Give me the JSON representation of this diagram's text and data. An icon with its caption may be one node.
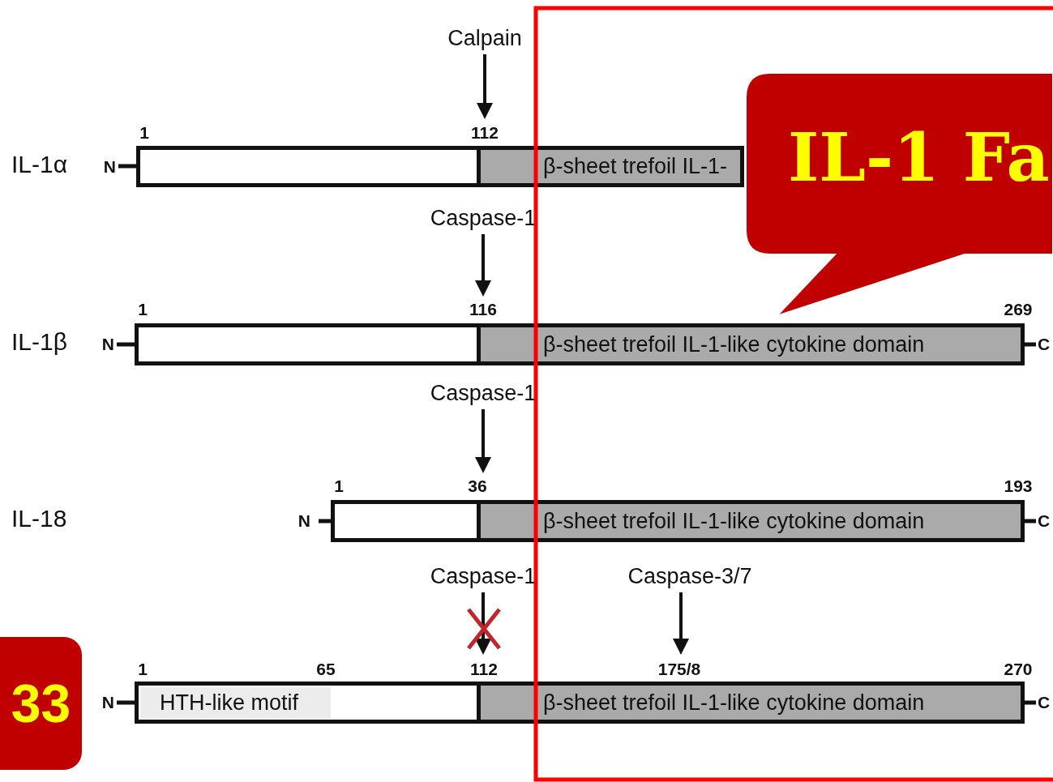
{
  "diagram": {
    "nodes": [
      {
        "text": [
          "Calpain"
        ]
      },
      {
        "text": [],
        "shape": "box",
        "beside": [
          "N"
        ]
      },
      {
        "text": [
          "β-sheet trefoil IL-1-"
        ]
      },
      {
        "text": [
          "Caspase-1"
        ]
      },
      {
        "text": [],
        "shape": "box",
        "beside": [
          "N"
        ]
      },
      {
        "text": [
          "β-sheet trefoil IL-1-like cytokine domain"
        ],
        "beside": [
          "C"
        ]
      },
      {
        "text": [
          "Caspase-1"
        ]
      },
      {
        "text": [],
        "shape": "box",
        "beside": [
          "N"
        ]
      },
      {
        "text": [
          "β-sheet trefoil IL-1-like cytokine domain"
        ],
        "beside": [
          "C"
        ]
      },
      {
        "text": [
          "Caspase-1"
        ]
      },
      {
        "text": [
          "Caspase-3/7"
        ]
      },
      {
        "text": [],
        "shape": "box",
        "beside": [
          "N"
        ]
      },
      {
        "text": [
          "HTH-like motif"
        ],
        "in": 11
      },
      {
        "text": [
          "β-sheet trefoil IL-1-like cytokine domain"
        ],
        "beside": [
          "C"
        ]
      },
      {
        "text": [
          "IL-1 Fa"
        ]
      },
      {
        "text": [
          "33"
        ]
      }
    ],
    "edges": [
      {
        "from": 0,
        "to": 2,
        "arrow": "to"
      },
      {
        "from": 3,
        "to": 4,
        "arrow": "to"
      },
      {
        "from": 6,
        "to": 7,
        "arrow": "to"
      },
      {
        "from": 9,
        "to": 11,
        "arrow": "to"
      },
      {
        "from": 10,
        "to": 13,
        "arrow": "to"
      }
    ],
    "labels": [
      "IL-1α",
      "1",
      "112",
      "IL-1β",
      "1",
      "116",
      "269",
      "IL-18",
      "1",
      "36",
      "193",
      "1",
      "65",
      "112",
      "175/8",
      "270"
    ]
  }
}
